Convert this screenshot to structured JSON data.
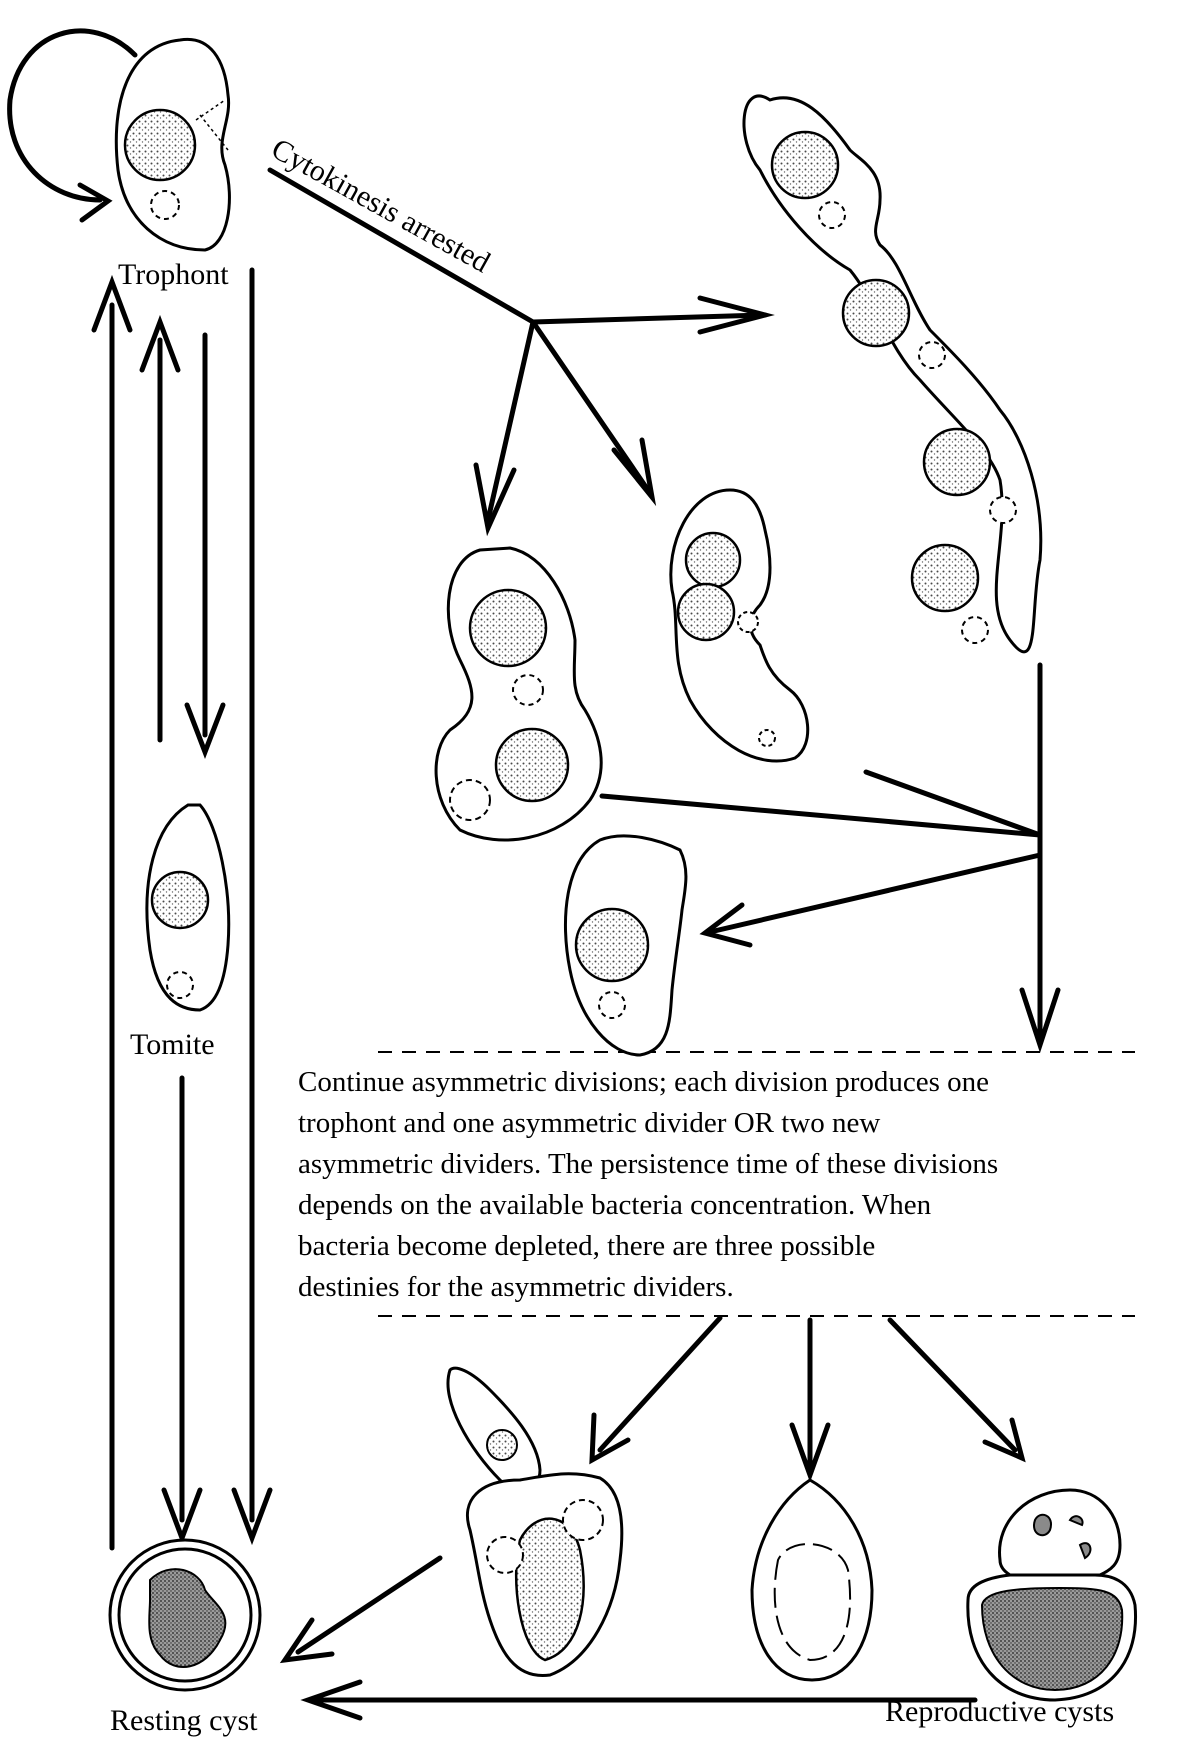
{
  "labels": {
    "trophont": "Trophont",
    "tomite": "Tomite",
    "resting_cyst": "Resting cyst",
    "reproductive_cysts": "Reproductive cysts",
    "cytokinesis": "Cytokinesis arrested"
  },
  "caption_lines": [
    "Continue asymmetric divisions; each division produces one",
    "trophont and one asymmetric divider OR two new",
    "asymmetric dividers. The persistence time of these divisions",
    "depends on the available bacteria concentration. When",
    "bacteria become depleted, there are three possible",
    "destinies for the asymmetric dividers."
  ],
  "colors": {
    "ink": "#000000",
    "paper": "#ffffff",
    "stipple": "#8a8a8a"
  }
}
